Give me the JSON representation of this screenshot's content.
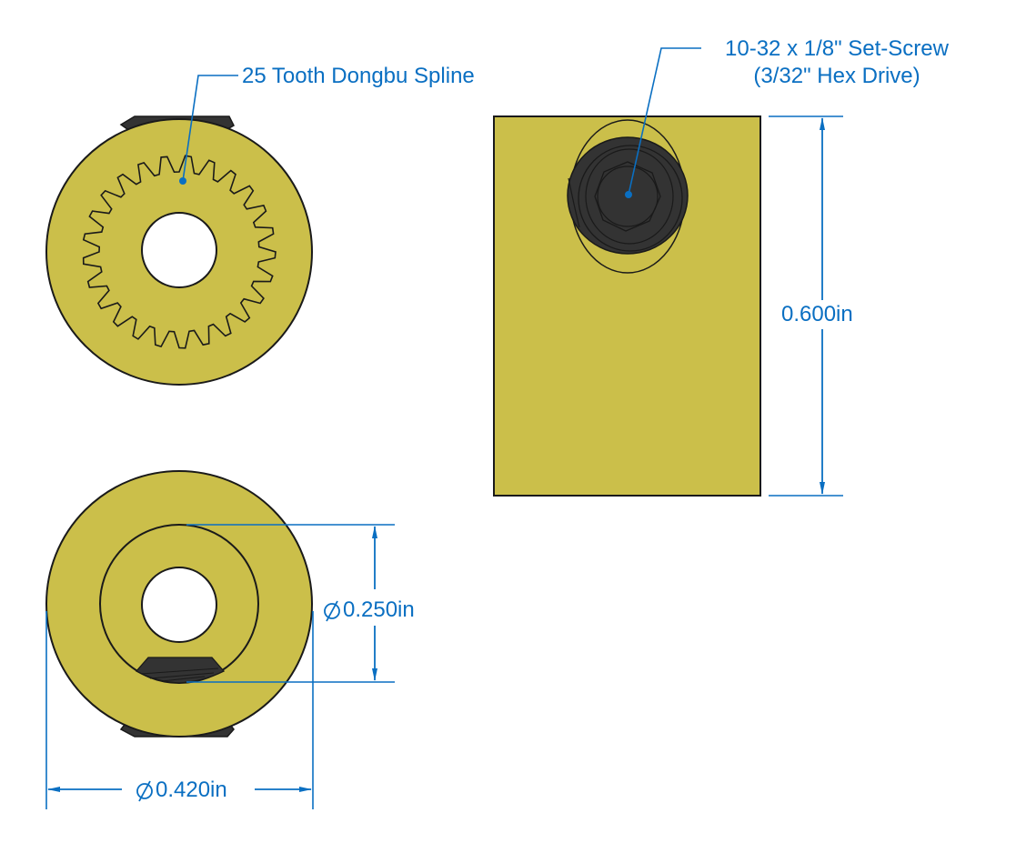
{
  "drawing": {
    "colors": {
      "part_fill": "#cbbf4a",
      "outline": "#1a1a1a",
      "setscrew_fill": "#333333",
      "annotation": "#0a6fc2",
      "background": "#ffffff"
    },
    "views": {
      "front_spline": {
        "callout": "25 Tooth Dongbu Spline",
        "tooth_count": 25
      },
      "side_view": {
        "callout_line1": "10-32 x 1/8\" Set-Screw",
        "callout_line2": "(3/32\" Hex Drive)",
        "height_dimension": "0.600in"
      },
      "back_view": {
        "inner_diameter_symbol": "diameter",
        "inner_diameter": "0.250in",
        "outer_diameter_symbol": "diameter",
        "outer_diameter": "0.420in"
      }
    }
  }
}
